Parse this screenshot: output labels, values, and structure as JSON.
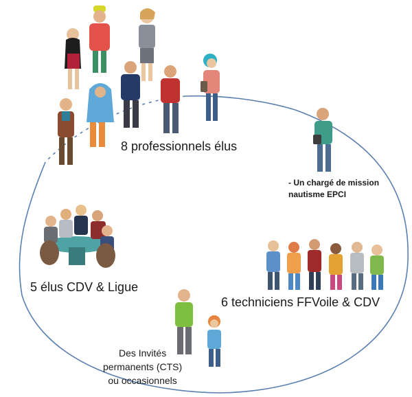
{
  "groups": {
    "professionnels": {
      "label": "8 professionnels élus",
      "icon": "people-group-icon"
    },
    "mission": {
      "line1": "- Un chargé de mission",
      "line2": "nautisme EPCI",
      "icon": "person-icon"
    },
    "elus": {
      "label": "5 élus CDV & Ligue",
      "icon": "meeting-table-icon"
    },
    "techniciens": {
      "label": "6 techniciens FFVoile & CDV",
      "icon": "people-row-icon"
    },
    "invites": {
      "line1": "Des Invités",
      "line2": "permanents (CTS)",
      "line3": "ou occasionnels",
      "icon": "couple-icon"
    }
  },
  "colors": {
    "circle": "#5b7fb0",
    "text": "#1a1a1a"
  }
}
